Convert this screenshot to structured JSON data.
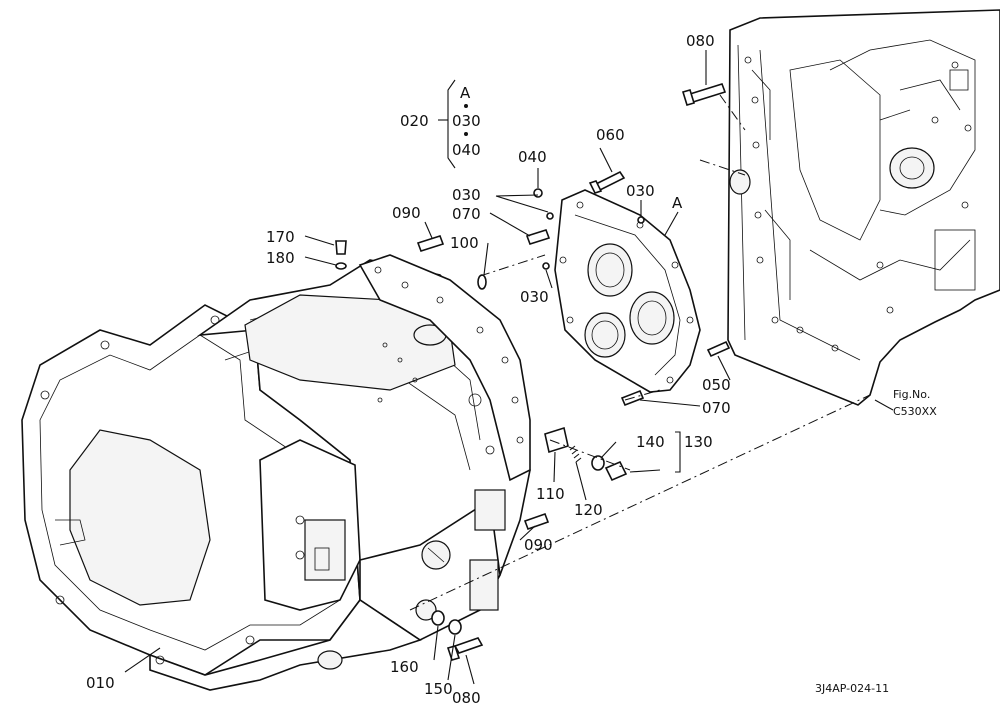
{
  "diagram": {
    "labels": {
      "l080_top": "080",
      "lA_group": "A",
      "l020": "020",
      "l030_group": "030",
      "l040_group": "040",
      "l060": "060",
      "l040": "040",
      "l030_a": "030",
      "l030_b": "030",
      "lA_cover": "A",
      "l090_top": "090",
      "l070_top": "070",
      "l100": "100",
      "l170": "170",
      "l180": "180",
      "l030_c": "030",
      "l050": "050",
      "l070_bot": "070",
      "l140": "140",
      "l130": "130",
      "l110": "110",
      "l120": "120",
      "l090_bot": "090",
      "l160": "160",
      "l150": "150",
      "l080_bot": "080",
      "l010": "010"
    },
    "fig_no_label": "Fig.No.",
    "fig_no_value": "C530XX",
    "code": "3J4AP-024-11"
  }
}
